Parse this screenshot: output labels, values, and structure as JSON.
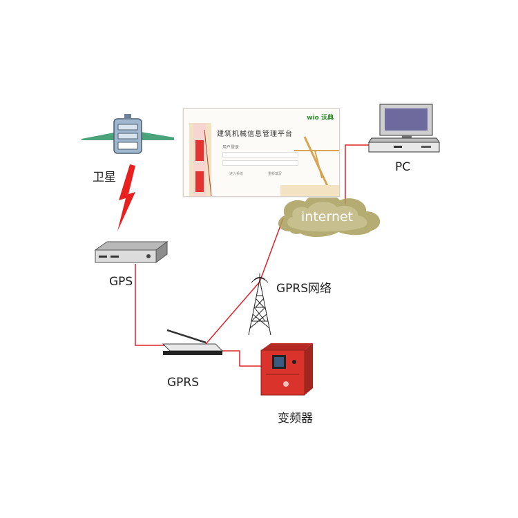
{
  "nodes": {
    "satellite": {
      "label": "卫星"
    },
    "gps": {
      "label": "GPS"
    },
    "gprs_module": {
      "label": "GPRS"
    },
    "gprs_network": {
      "label": "GPRS网络"
    },
    "inverter": {
      "label": "变频器"
    },
    "internet": {
      "label": "internet"
    },
    "pc": {
      "label": "PC"
    }
  },
  "platform_screen": {
    "title": "建筑机械信息管理平台",
    "brand": "wio 沃典",
    "login_label": "用户登录",
    "button_login": "进入系统",
    "button_reset": "重新填写"
  },
  "colors": {
    "link": "#e0202a",
    "cloud": "#a89d5c",
    "inverter": "#d9332b",
    "satellite_panel": "#4aa37a"
  }
}
